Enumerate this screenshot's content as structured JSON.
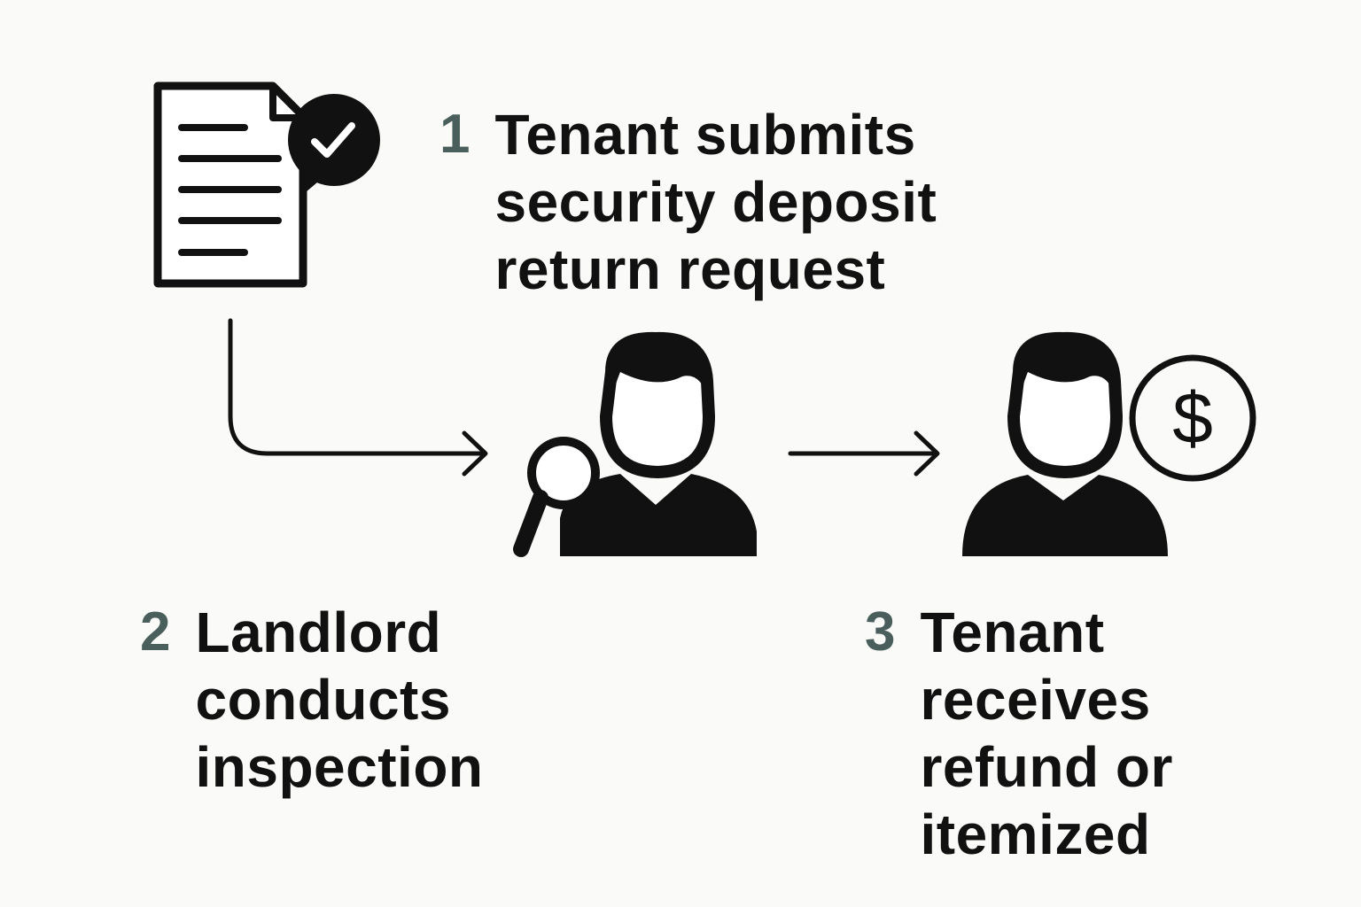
{
  "colors": {
    "number": "#4a5f5c",
    "ink": "#111111",
    "background": "#fafaf8"
  },
  "icons": [
    "document-check-icon",
    "person-magnifier-icon",
    "person-dollar-icon",
    "arrow-right-icon"
  ],
  "steps": [
    {
      "number": "1",
      "lines": [
        "Tenant submits",
        "security deposit",
        "return request"
      ]
    },
    {
      "number": "2",
      "lines": [
        "Landlord",
        "conducts",
        "inspection"
      ]
    },
    {
      "number": "3",
      "lines": [
        "Tenant",
        "receives",
        "refund or",
        "itemized"
      ]
    }
  ]
}
